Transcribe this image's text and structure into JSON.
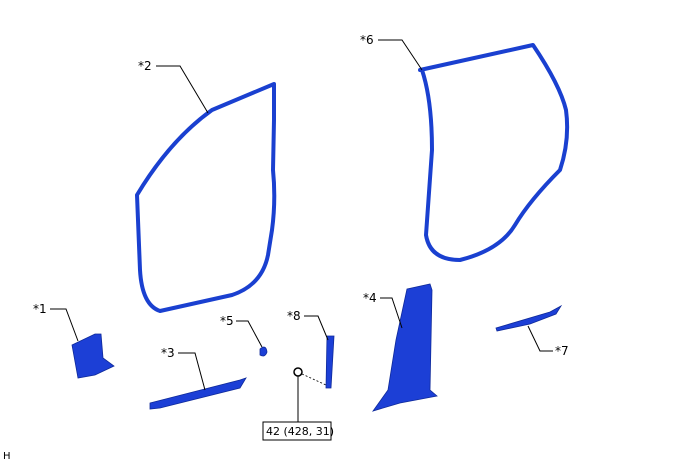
{
  "callouts": {
    "c1": "*1",
    "c2": "*2",
    "c3": "*3",
    "c4": "*4",
    "c5": "*5",
    "c6": "*6",
    "c7": "*7",
    "c8": "*8"
  },
  "torque_box": "42 (428, 31)",
  "corner_code": "H",
  "colors": {
    "part": "#1c3fd6",
    "line": "#000000"
  }
}
